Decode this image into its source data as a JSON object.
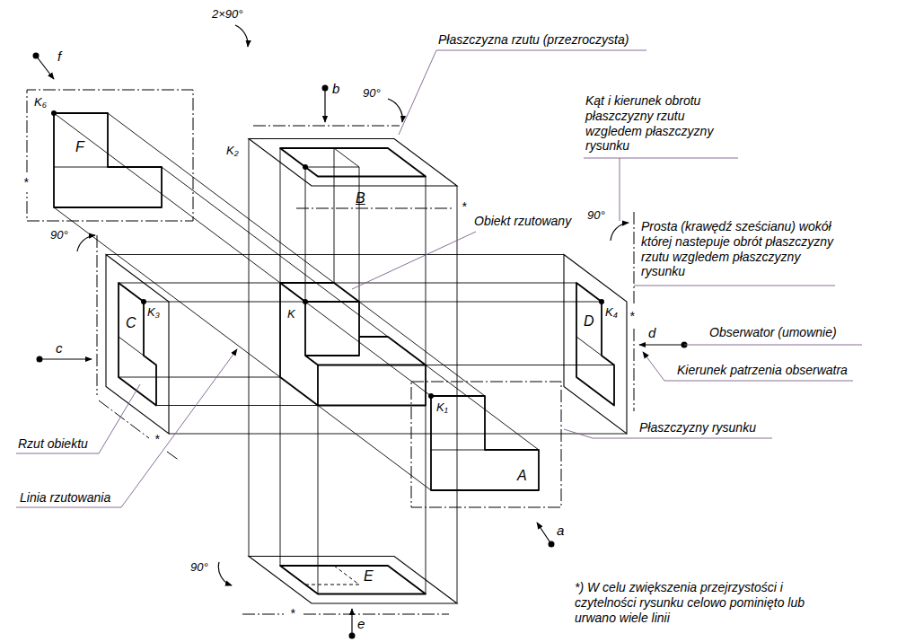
{
  "diagram": {
    "labels": [
      "2×90°",
      "f",
      "K₆",
      "F",
      "*",
      "Płaszczyzna rzutu (przezroczysta)",
      "b",
      "90°",
      "K₂",
      "B",
      "*",
      "Kąt i kierunek obrotu płaszczyzny rzutu wzgledem płaszczyzny rysunku",
      "Obiekt rzutowany",
      "90°",
      "Prosta (krawędź sześcianu) wokół której nastepuje obrót płaszczyzny rzutu wzgledem płaszczyzny rysunku",
      "90°",
      "K₃",
      "K",
      "K₄",
      "c",
      "C",
      "D",
      "*",
      "d",
      "Obserwator (umownie)",
      "Kierunek patrzenia obserwatra",
      "Rzut obiektu",
      "Linia rzutowania",
      "*",
      "K₁",
      "A",
      "Płaszczyzny rysunku",
      "90°",
      "E",
      "*",
      "a",
      "e",
      "*) W celu zwiększenia przejrzystości i czytelności rysunku celowo pominięto lub urwano wiele linii"
    ]
  }
}
